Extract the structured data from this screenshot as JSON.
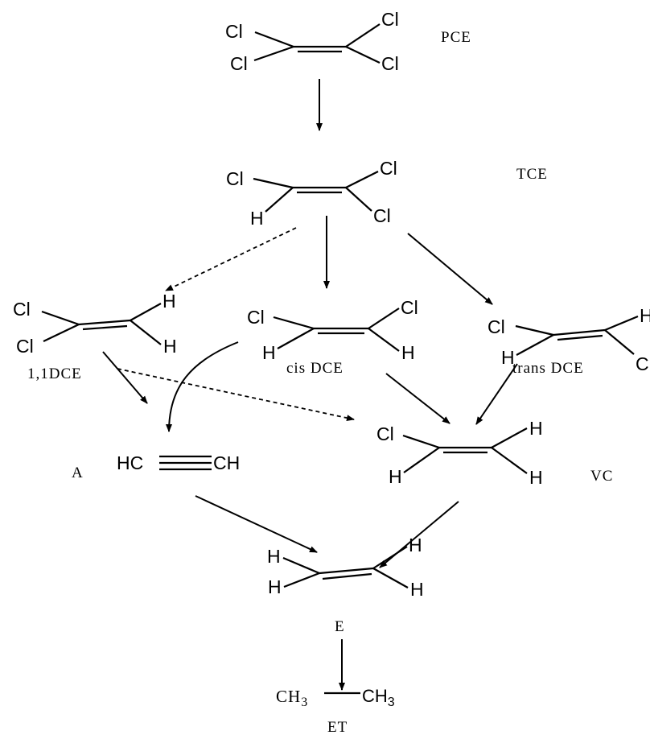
{
  "compounds": {
    "pce": {
      "label": "PCE",
      "atoms": [
        "Cl",
        "Cl",
        "Cl",
        "Cl"
      ]
    },
    "tce": {
      "label": "TCE",
      "atoms": [
        "Cl",
        "H",
        "Cl",
        "Cl"
      ]
    },
    "dce11": {
      "label": "1,1DCE",
      "atoms": [
        "Cl",
        "Cl",
        "H",
        "H"
      ]
    },
    "cisdce": {
      "label": "cis DCE",
      "atoms": [
        "Cl",
        "H",
        "Cl",
        "H"
      ]
    },
    "transdce": {
      "label": "trans DCE",
      "atoms": [
        "Cl",
        "H",
        "H",
        "C"
      ]
    },
    "acetylene": {
      "label": "A",
      "formula_left": "HC",
      "formula_right": "CH"
    },
    "vc": {
      "label": "VC",
      "atoms": [
        "Cl",
        "H",
        "H",
        "H"
      ]
    },
    "ethene": {
      "label": "E",
      "atoms": [
        "H",
        "H",
        "H",
        "H"
      ]
    },
    "ethane": {
      "label": "ET",
      "left": "CH",
      "left_sub": "3",
      "right": "CH",
      "right_sub": "3"
    }
  }
}
